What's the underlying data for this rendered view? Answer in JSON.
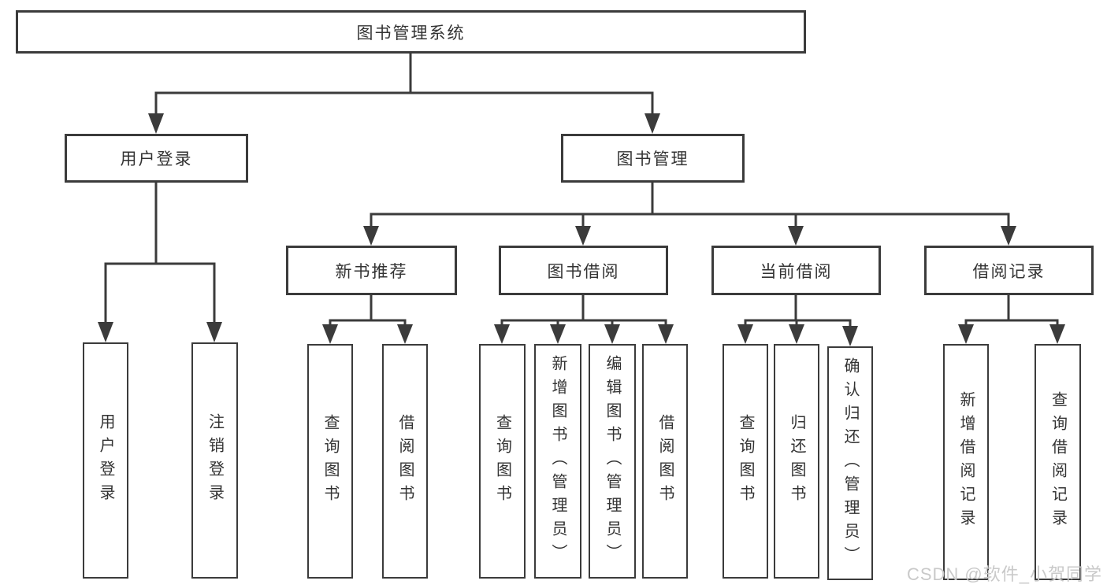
{
  "diagram_type": "hierarchy-tree",
  "colors": {
    "line": "#3b3b3b",
    "box_border": "#3b3b3b",
    "text": "#333333",
    "background": "#ffffff",
    "watermark": "#c9c9c9"
  },
  "tree": {
    "root": {
      "label": "图书管理系统",
      "children": [
        {
          "label": "用户登录",
          "children": [
            {
              "label": "用户登录"
            },
            {
              "label": "注销登录"
            }
          ]
        },
        {
          "label": "图书管理",
          "children": [
            {
              "label": "新书推荐",
              "children": [
                {
                  "label": "查询图书"
                },
                {
                  "label": "借阅图书"
                }
              ]
            },
            {
              "label": "图书借阅",
              "children": [
                {
                  "label": "查询图书"
                },
                {
                  "label": "新增图书（管理员）"
                },
                {
                  "label": "编辑图书（管理员）"
                },
                {
                  "label": "借阅图书"
                }
              ]
            },
            {
              "label": "当前借阅",
              "children": [
                {
                  "label": "查询图书"
                },
                {
                  "label": "归还图书"
                },
                {
                  "label": "确认归还（管理员）"
                }
              ]
            },
            {
              "label": "借阅记录",
              "children": [
                {
                  "label": "新增借阅记录"
                },
                {
                  "label": "查询借阅记录"
                }
              ]
            }
          ]
        }
      ]
    }
  },
  "watermark": "CSDN @软件_小贺同学"
}
